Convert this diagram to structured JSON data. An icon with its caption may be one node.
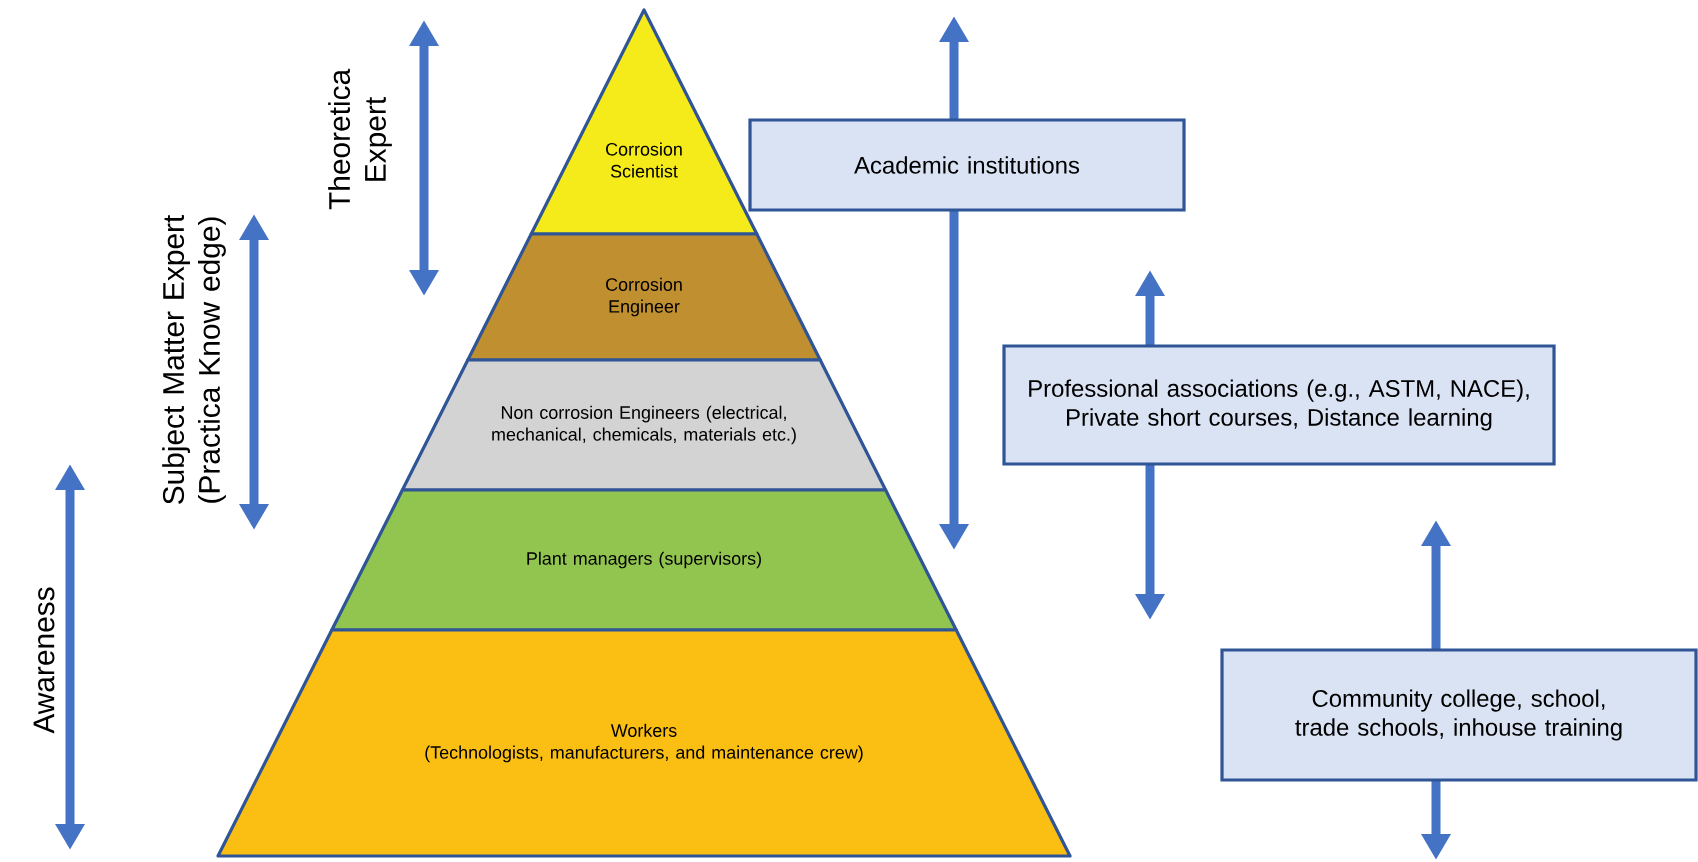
{
  "diagram": {
    "nodes": [
      {
        "text": [
          "Corrosion Scientist"
        ]
      },
      {
        "text": [
          "Corrosion Engineer"
        ]
      },
      {
        "text": [
          "Non corrosion Engineers (electrical, mechanical, chemicals, materials etc.)"
        ]
      },
      {
        "text": [
          "Plant managers (supervisors)"
        ]
      },
      {
        "text": [
          "Workers",
          "(Technologists, manufacturers, and maintenance crew)"
        ]
      },
      {
        "text": [
          "Academic institutions"
        ]
      },
      {
        "text": [
          "Professional associations (e.g., ASTM, NACE), Private short courses, Distance learning"
        ]
      },
      {
        "text": [
          "Community college, school, trade schools, inhouse training"
        ]
      }
    ],
    "labels": [
      "Theoretica Expert",
      "Subject Matter Expert (Practica Know edge)",
      "Awareness"
    ]
  }
}
